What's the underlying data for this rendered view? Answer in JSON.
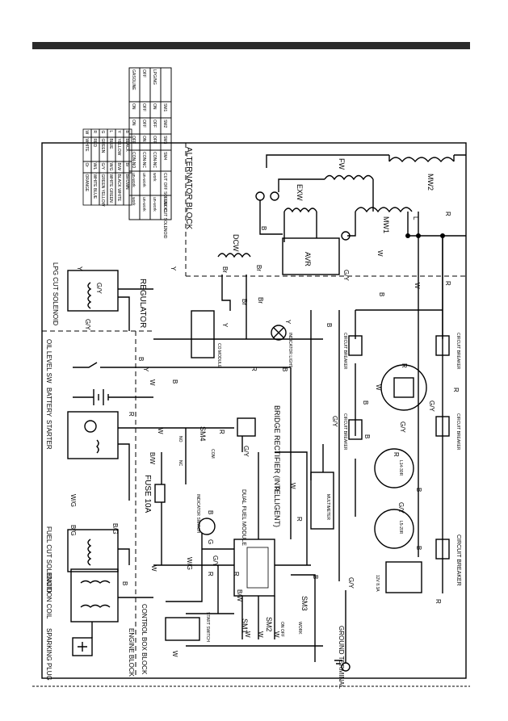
{
  "header_bar_color": "#2b2b2b",
  "tables": {
    "switch": {
      "columns": [
        "",
        "SM1",
        "SM2",
        "SM3",
        "SM4",
        "CUT OFF SOLENOID",
        "FUEL CUT SOLENOID"
      ],
      "rows": [
        [
          "LPG/NG",
          "ON",
          "OFF",
          "OFF",
          "CON-NC",
          "work",
          "un-work"
        ],
        [
          "OFF",
          "OFF",
          "OFF",
          "ON",
          "CON-NC",
          "un-work",
          "un-work"
        ],
        [
          "GASOLINE",
          "ON",
          "ON",
          "OFF",
          "CON-NO",
          "un-work",
          "work"
        ]
      ]
    },
    "colors": [
      [
        "B",
        "BLACK",
        "Br",
        "BROWN"
      ],
      [
        "Y",
        "YELLOW",
        "B/W",
        "BLACK WHITE"
      ],
      [
        "L",
        "BLUE",
        "W/G",
        "WHITE GREEN"
      ],
      [
        "G",
        "GREEN",
        "G/Y",
        "GREEN YELLOW"
      ],
      [
        "R",
        "RED",
        "W/L",
        "WHITE BLUE"
      ],
      [
        "W",
        "WHITE",
        "Or",
        "ORANGE"
      ]
    ]
  },
  "blocks": {
    "alternator": "ALTERNATOR BLOCK",
    "regulator": "REGULATOR",
    "control_box": "CONTROL BOX BLOCK",
    "engine": "ENGINE BLOCK"
  },
  "components": {
    "mw2": "MW2",
    "mw1": "MW1",
    "fw": "FW",
    "exw": "EXW",
    "dcw": "DCW",
    "avr": "AVR",
    "lpg_cut": "LPG CUT SOLENOID",
    "oil_level": "OIL LEVEL SW",
    "battery": "BATTERY",
    "starter": "STARTER",
    "fuel_cut": "FUEL CUT SOLENOID",
    "ignition_coil": "IGNITION COIL",
    "spark_plug": "SPARKING PLUG",
    "bridge": "BRIDGE RECTIFIER (INTELLIGENT)",
    "dual_fuel": "DUAL FUEL MODULE",
    "fuse": "FUSE 10A",
    "sm4": "SM4",
    "sm3": "SM3",
    "sm2": "SM2",
    "sm1": "SM1",
    "start_switch": "START SWITCH",
    "ground": "GROUND TERMINAL",
    "indicator_light": "INDICATOR LIGHT",
    "co_module": "CO MODULE",
    "multimeter": "MULTIMETER",
    "circuit_breaker": "CIRCUIT BREAKER",
    "cb_small": "CIRCUIT BREAKER",
    "indicator_switch": "INDICATOR SWITCH",
    "r_20r": "L5-20R",
    "r_30r": "L14-30R",
    "dc12": "12V 8.3A",
    "on_off": "ON OFF",
    "work": "WORK",
    "no": "NO",
    "nc": "NC",
    "com": "COM"
  },
  "wire_codes": {
    "R": "R",
    "W": "W",
    "B": "B",
    "L": "L",
    "Y": "Y",
    "G": "G",
    "GY": "G/Y",
    "Br": "Br",
    "BW": "B/W",
    "WG": "W/G",
    "BG": "B/G"
  }
}
